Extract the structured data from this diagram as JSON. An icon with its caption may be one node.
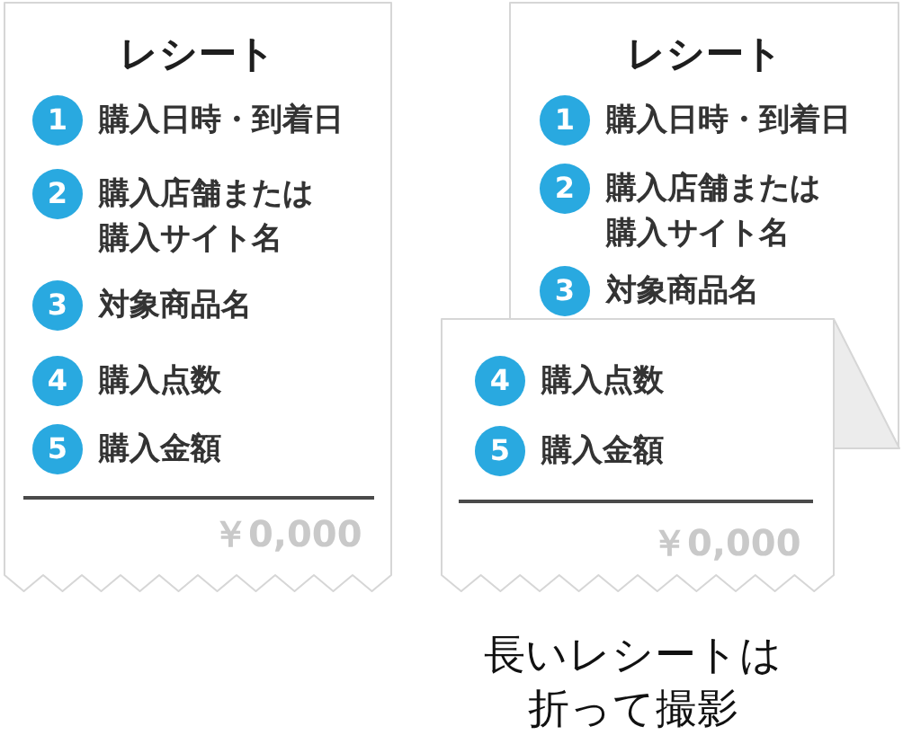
{
  "diagram": {
    "nodes": [
      {
        "text": [
          "レシート",
          "￥0,000"
        ]
      },
      {
        "text": [
          "1"
        ],
        "in": 0,
        "beside": [
          "購入日時・到着日"
        ]
      },
      {
        "text": [
          "2"
        ],
        "in": 0,
        "beside": [
          "購入店舗または購入サイト名"
        ]
      },
      {
        "text": [
          "3"
        ],
        "in": 0,
        "beside": [
          "対象商品名"
        ]
      },
      {
        "text": [
          "4"
        ],
        "in": 0,
        "beside": [
          "購入点数"
        ]
      },
      {
        "text": [
          "5"
        ],
        "in": 0,
        "beside": [
          "購入金額"
        ]
      },
      {
        "text": [
          "レシート"
        ]
      },
      {
        "text": [
          "1"
        ],
        "in": 6,
        "beside": [
          "購入日時・到着日"
        ]
      },
      {
        "text": [
          "2"
        ],
        "in": 6,
        "beside": [
          "購入店舗または購入サイト名"
        ]
      },
      {
        "text": [
          "3"
        ],
        "in": 6,
        "beside": [
          "対象商品名"
        ]
      },
      {
        "text": [
          "￥0,000"
        ],
        "beside": [
          "長いレシートは折って撮影"
        ]
      },
      {
        "text": [
          "4"
        ],
        "in": 10,
        "beside": [
          "購入点数"
        ]
      },
      {
        "text": [
          "5"
        ],
        "in": 10,
        "beside": [
          "購入金額"
        ]
      }
    ]
  }
}
